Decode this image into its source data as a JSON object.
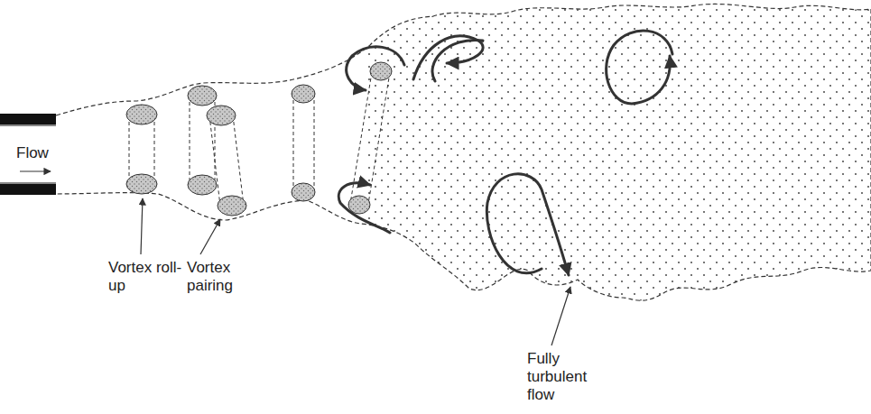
{
  "diagram": {
    "labels": [
      "Flow",
      "Vortex roll-up",
      "Vortex pairing",
      "Fully turbulent flow"
    ]
  }
}
